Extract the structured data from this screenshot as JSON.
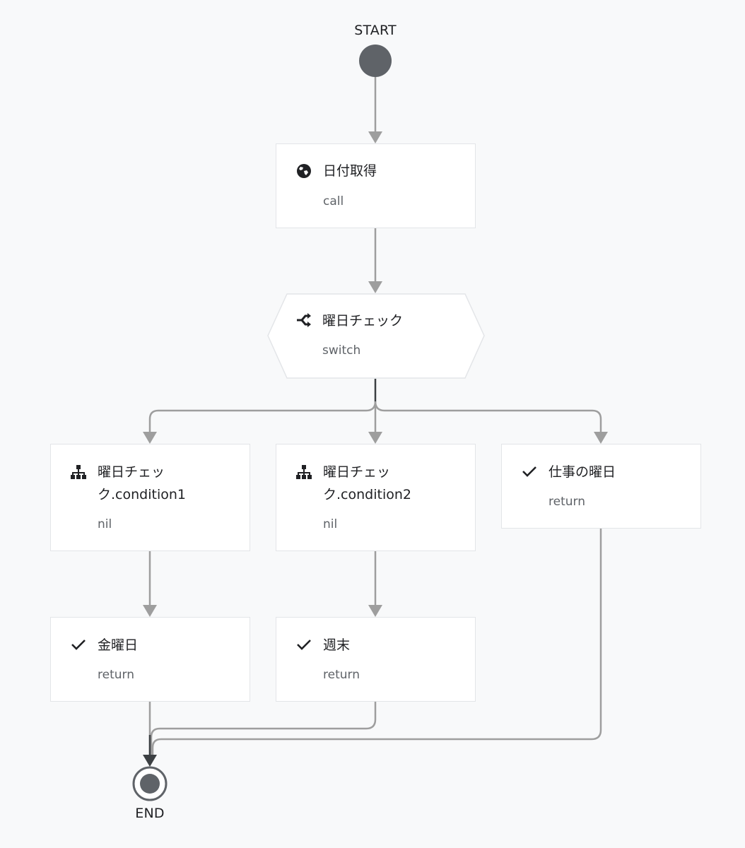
{
  "start": {
    "label": "START"
  },
  "end": {
    "label": "END"
  },
  "nodes": [
    {
      "id": "get-date",
      "title": "日付取得",
      "subtitle": "call",
      "icon": "globe-icon"
    },
    {
      "id": "weekday-check",
      "title": "曜日チェック",
      "subtitle": "switch",
      "icon": "branch-icon"
    },
    {
      "id": "condition1",
      "title_line1": "曜日チェッ",
      "title_line2": "ク.condition1",
      "subtitle": "nil",
      "icon": "hierarchy-icon"
    },
    {
      "id": "condition2",
      "title_line1": "曜日チェッ",
      "title_line2": "ク.condition2",
      "subtitle": "nil",
      "icon": "hierarchy-icon"
    },
    {
      "id": "workday",
      "title": "仕事の曜日",
      "subtitle": "return",
      "icon": "check-icon"
    },
    {
      "id": "friday",
      "title": "金曜日",
      "subtitle": "return",
      "icon": "check-icon"
    },
    {
      "id": "weekend",
      "title": "週末",
      "subtitle": "return",
      "icon": "check-icon"
    }
  ],
  "colors": {
    "edge": "#9e9e9e",
    "edge_active": "#3c4043",
    "terminal": "#5f6368",
    "card_border": "#e3e5e8"
  }
}
